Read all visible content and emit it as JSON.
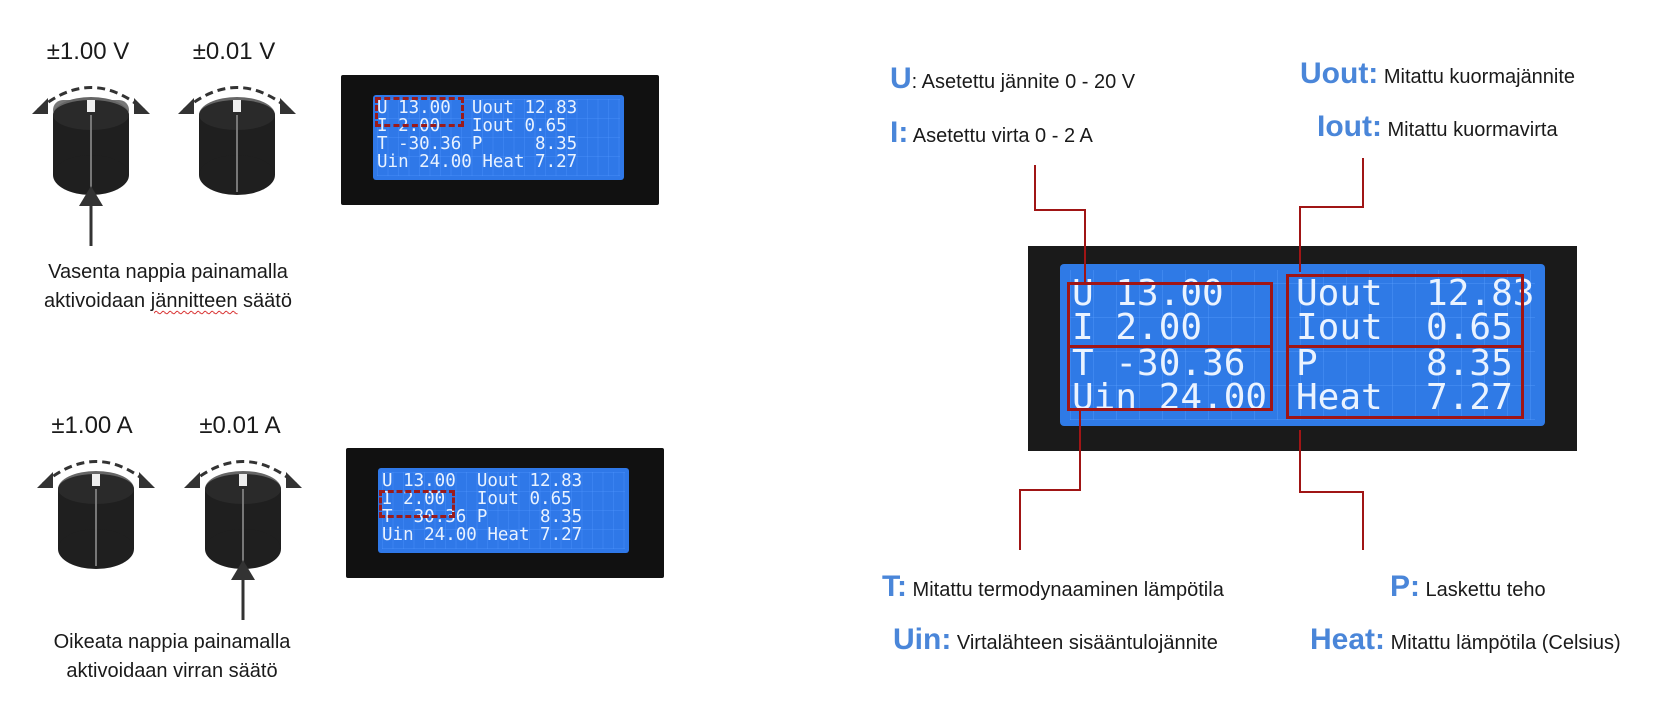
{
  "knobs_top": {
    "left_label": "±1.00 V",
    "right_label": "±0.01 V",
    "caption_line1": "Vasenta nappia painamalla",
    "caption_line2a": "aktivoidaan ",
    "caption_line2b": "jännitteen",
    "caption_line2c": " säätö"
  },
  "knobs_bottom": {
    "left_label": "±1.00 A",
    "right_label": "±0.01 A",
    "caption_line1": "Oikeata nappia painamalla",
    "caption_line2": "aktivoidaan virran säätö"
  },
  "lcd_small_top": [
    "U 13.00  Uout 12.83",
    "I 2.00   Iout 0.65",
    "T -30.36 P     8.35",
    "Uin 24.00 Heat 7.27"
  ],
  "lcd_small_bottom": [
    "U 13.00  Uout 12.83",
    "I 2.00   Iout 0.65",
    "T -30.36 P     8.35",
    "Uin 24.00 Heat 7.27"
  ],
  "lcd_big": {
    "left": [
      "U 13.00",
      "I 2.00",
      "T -30.36",
      "Uin 24.00"
    ],
    "right": [
      "Uout  12.83",
      "Iout  0.65",
      "P     8.35",
      "Heat  7.27"
    ]
  },
  "legend": {
    "u_key": "U",
    "u_text": ": Asetettu jännite 0 - 20 V",
    "i_key": "I:",
    "i_text": " Asetettu virta 0 - 2 A",
    "uout_key": "Uout:",
    "uout_text": " Mitattu kuormajännite",
    "iout_key": "Iout:",
    "iout_text": " Mitattu kuormavirta",
    "t_key": "T:",
    "t_text": " Mitattu termodynaaminen lämpötila",
    "uin_key": "Uin:",
    "uin_text": " Virtalähteen sisääntulojännite",
    "p_key": "P:",
    "p_text": " Laskettu teho",
    "heat_key": "Heat:",
    "heat_text": " Mitattu lämpötila (Celsius)"
  },
  "colors": {
    "lcd_blue": "#2f7ae6",
    "highlight_red": "#a01515",
    "key_blue": "#4a86d9"
  }
}
